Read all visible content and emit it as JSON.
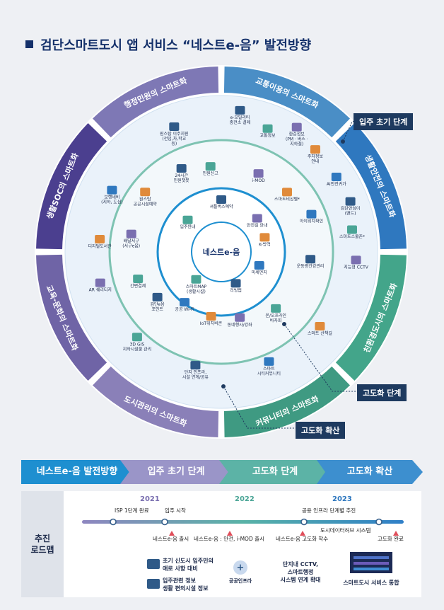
{
  "title": "검단스마트도시 앱 서비스 “네스트e-음” 발전방향",
  "center_label": "네스트e-음",
  "outer_sectors": [
    {
      "label": "교통이용의 스마트화",
      "color": "#4a8ec6"
    },
    {
      "label": "생활안전의 스마트화",
      "color": "#2f78bf"
    },
    {
      "label": "친환경도시의 스마트화",
      "color": "#43a58a"
    },
    {
      "label": "커뮤니티의 스마트화",
      "color": "#3f9a82"
    },
    {
      "label": "도시관리의 스마트화",
      "color": "#8a80b8"
    },
    {
      "label": "교육·문화의 스마트화",
      "color": "#6f64a6"
    },
    {
      "label": "생활SOC의 스마트화",
      "color": "#4b3f8f"
    },
    {
      "label": "행정민원의 스마트화",
      "color": "#7e78b5"
    }
  ],
  "outer_items": [
    {
      "label": "e-모빌리티\n충전소 결제",
      "a": 8,
      "r": 190
    },
    {
      "label": "교통정보",
      "a": 22,
      "r": 175
    },
    {
      "label": "환승정보\n(PM · 버스 ·\n지하철)",
      "a": 33,
      "r": 196
    },
    {
      "label": "주차정보\n안내",
      "a": 45,
      "r": 188
    },
    {
      "label": "AI안전귀가",
      "a": 60,
      "r": 188
    },
    {
      "label": "검단안심이\n(밴드)",
      "a": 72,
      "r": 192
    },
    {
      "label": "스마트스쿨존*",
      "a": 84,
      "r": 186
    },
    {
      "label": "지능형 CCTV",
      "a": 97,
      "r": 192
    },
    {
      "label": "스마트 산책길",
      "a": 130,
      "r": 182
    },
    {
      "label": "스마트\n시티커뮤니티",
      "a": 158,
      "r": 180
    },
    {
      "label": "단지 인프라,\n시설 연계/공유",
      "a": 192,
      "r": 176
    },
    {
      "label": "3D GIS\n지하시설물 관리",
      "a": 222,
      "r": 178
    },
    {
      "label": "AR 쉐리티지",
      "a": 252,
      "r": 180
    },
    {
      "label": "디지털도서관",
      "a": 272,
      "r": 172
    },
    {
      "label": "보행네비\n(지하, 도심)",
      "a": 296,
      "r": 172
    },
    {
      "label": "원스탑 이주지원\n(전입,차,학교\n등)",
      "a": 338,
      "r": 178
    }
  ],
  "middle_items": [
    {
      "label": "24시간\n민원챗봇",
      "a": 332,
      "r": 120
    },
    {
      "label": "민원신고",
      "a": 352,
      "r": 110
    },
    {
      "label": "i-MOD",
      "a": 28,
      "r": 112
    },
    {
      "label": "스마트비상벨*",
      "a": 52,
      "r": 118
    },
    {
      "label": "아이위치확인",
      "a": 72,
      "r": 134
    },
    {
      "label": "운동량건강관리",
      "a": 100,
      "r": 128
    },
    {
      "label": "온/오프라인\n바자회",
      "a": 140,
      "r": 120
    },
    {
      "label": "동네행사/강좌",
      "a": 166,
      "r": 108
    },
    {
      "label": "IoT위치비콘",
      "a": 188,
      "r": 104
    },
    {
      "label": "공공 Wi-Fi",
      "a": 212,
      "r": 98
    },
    {
      "label": "검단e음\n포인트",
      "a": 230,
      "r": 118
    },
    {
      "label": "간편결제",
      "a": 247,
      "r": 128
    },
    {
      "label": "배달서구\n(서구e음)",
      "a": 276,
      "r": 128
    },
    {
      "label": "원스탑\n공공시설예약",
      "a": 304,
      "r": 130
    }
  ],
  "inner_items": [
    {
      "label": "셔틀버스예약",
      "a": 0,
      "r": 62
    },
    {
      "label": "입주안내",
      "a": 305,
      "r": 58
    },
    {
      "label": "안전길 안내",
      "a": 55,
      "r": 62
    },
    {
      "label": "K-방역",
      "a": 82,
      "r": 62
    },
    {
      "label": "미세먼지",
      "a": 120,
      "r": 62
    },
    {
      "label": "리빙랩",
      "a": 160,
      "r": 60
    },
    {
      "label": "스마트MAP\n(생활시설)",
      "a": 215,
      "r": 62
    }
  ],
  "callouts": {
    "stage1": "입주 초기 단계",
    "stage2": "고도화 단계",
    "stage3": "고도화 확산"
  },
  "phases": [
    {
      "label": "네스트e-음 발전방향",
      "color": "#1e8fd0"
    },
    {
      "label": "입주 초기 단계",
      "color": "#9a95c8"
    },
    {
      "label": "고도화 단계",
      "color": "#5cb3a6"
    },
    {
      "label": "고도화 확산",
      "color": "#3d8fcf"
    }
  ],
  "roadmap": {
    "label": "추진\n로드맵",
    "years": [
      "2021",
      "2022",
      "2023"
    ],
    "events_top": [
      "ISP 1단계 완료",
      "입주 시작",
      "공용 인프라 단계별 추진",
      "도시데이터허브 시스템"
    ],
    "events_bottom": [
      "네스트e-음 출시",
      "네스트e-음 : 안전, i-MOD 출시",
      "네스트e-음 고도화 착수",
      "고도화 완료"
    ],
    "notes": [
      "초기 신도시 입주민의\n애로 사항 대비",
      "입주관련 정보\n생활 편의시설 정보",
      "공공인프라",
      "단지내 CCTV,\n스마트행정\n시스템 연계 확대",
      "스마트도시 서비스 통합"
    ]
  }
}
